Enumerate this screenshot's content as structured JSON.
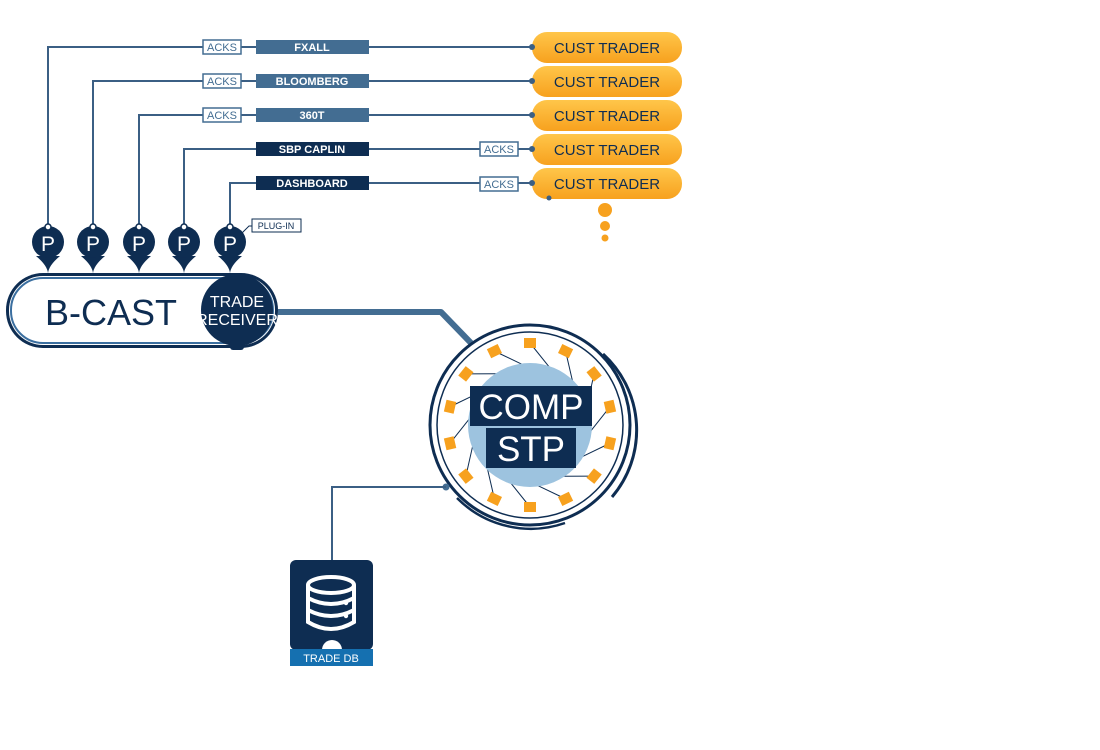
{
  "colors": {
    "navy": "#0e2d52",
    "steel": "#436d92",
    "line": "#3b5f84",
    "orange": "#f7a11e",
    "orange_light": "#ffc64a",
    "light_blue": "#9dc3df",
    "db_blue": "#1570b0"
  },
  "channels": [
    {
      "name": "FXALL",
      "acks": "ACKS",
      "acks_side": "left"
    },
    {
      "name": "BLOOMBERG",
      "acks": "ACKS",
      "acks_side": "left"
    },
    {
      "name": "360T",
      "acks": "ACKS",
      "acks_side": "left"
    },
    {
      "name": "SBP CAPLIN",
      "acks": "ACKS",
      "acks_side": "right"
    },
    {
      "name": "DASHBOARD",
      "acks": "ACKS",
      "acks_side": "right"
    }
  ],
  "traders": [
    "CUST TRADER",
    "CUST TRADER",
    "CUST TRADER",
    "CUST TRADER",
    "CUST TRADER"
  ],
  "plugins": [
    "P",
    "P",
    "P",
    "P",
    "P"
  ],
  "plugin_label": "PLUG-IN",
  "bcast": {
    "title": "B-CAST",
    "receiver_line1": "TRADE",
    "receiver_line2": "RECEIVER"
  },
  "comp_stp": {
    "line1": "COMP",
    "line2": "STP"
  },
  "trade_db": {
    "label": "TRADE DB",
    "icon": "database-icon"
  }
}
